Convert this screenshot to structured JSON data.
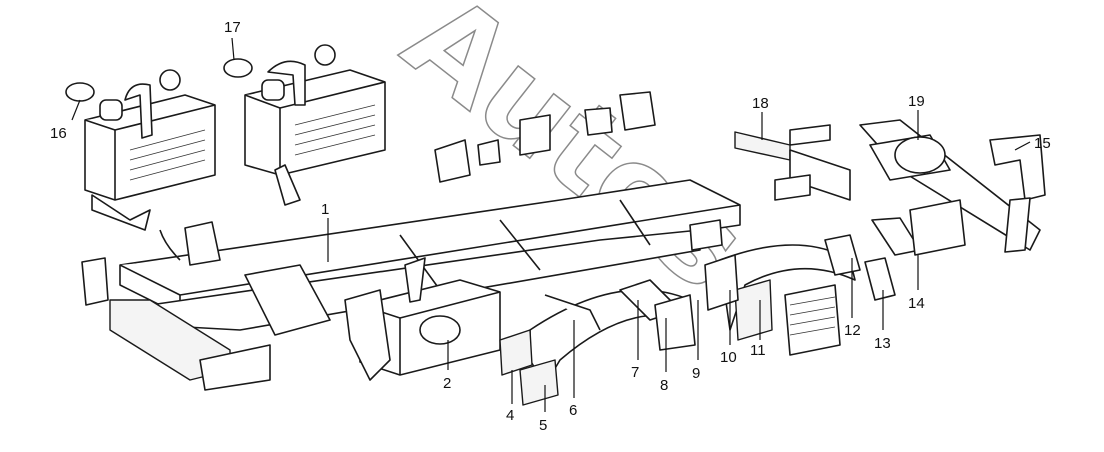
{
  "watermark": "Autos",
  "callouts": [
    {
      "id": "1",
      "label": "1"
    },
    {
      "id": "2",
      "label": "2"
    },
    {
      "id": "4",
      "label": "4"
    },
    {
      "id": "5",
      "label": "5"
    },
    {
      "id": "6",
      "label": "6"
    },
    {
      "id": "7",
      "label": "7"
    },
    {
      "id": "8",
      "label": "8"
    },
    {
      "id": "9",
      "label": "9"
    },
    {
      "id": "10",
      "label": "10"
    },
    {
      "id": "11",
      "label": "11"
    },
    {
      "id": "12",
      "label": "12"
    },
    {
      "id": "13",
      "label": "13"
    },
    {
      "id": "14",
      "label": "14"
    },
    {
      "id": "15",
      "label": "15"
    },
    {
      "id": "16",
      "label": "16"
    },
    {
      "id": "17",
      "label": "17"
    },
    {
      "id": "18",
      "label": "18"
    },
    {
      "id": "19",
      "label": "19"
    }
  ]
}
